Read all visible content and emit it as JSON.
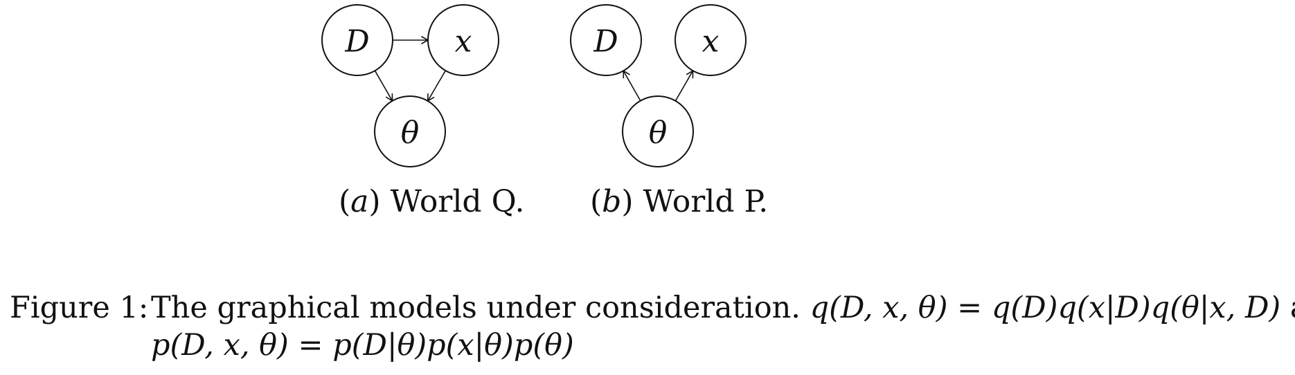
{
  "panels": [
    {
      "id": "a",
      "label": "(a) World Q.",
      "label_parts": {
        "open": "(",
        "letter": "a",
        "close": ")",
        "title": "World Q."
      },
      "nodes": [
        {
          "id": "D",
          "text": "D"
        },
        {
          "id": "x",
          "text": "x"
        },
        {
          "id": "theta",
          "text": "θ"
        }
      ],
      "edges": [
        {
          "from": "D",
          "to": "x"
        },
        {
          "from": "D",
          "to": "theta"
        },
        {
          "from": "x",
          "to": "theta"
        }
      ]
    },
    {
      "id": "b",
      "label": "(b) World P.",
      "label_parts": {
        "open": "(",
        "letter": "b",
        "close": ")",
        "title": "World P."
      },
      "nodes": [
        {
          "id": "D",
          "text": "D"
        },
        {
          "id": "x",
          "text": "x"
        },
        {
          "id": "theta",
          "text": "θ"
        }
      ],
      "edges": [
        {
          "from": "theta",
          "to": "D"
        },
        {
          "from": "theta",
          "to": "x"
        }
      ]
    }
  ],
  "caption": {
    "label": "Figure 1:",
    "text": "The graphical models under consideration.",
    "formula_q": "q(D, x, θ) = q(D)q(x|D)q(θ|x, D)",
    "joiner": "and",
    "formula_p": "p(D, x, θ) = p(D|θ)p(x|θ)p(θ)"
  }
}
